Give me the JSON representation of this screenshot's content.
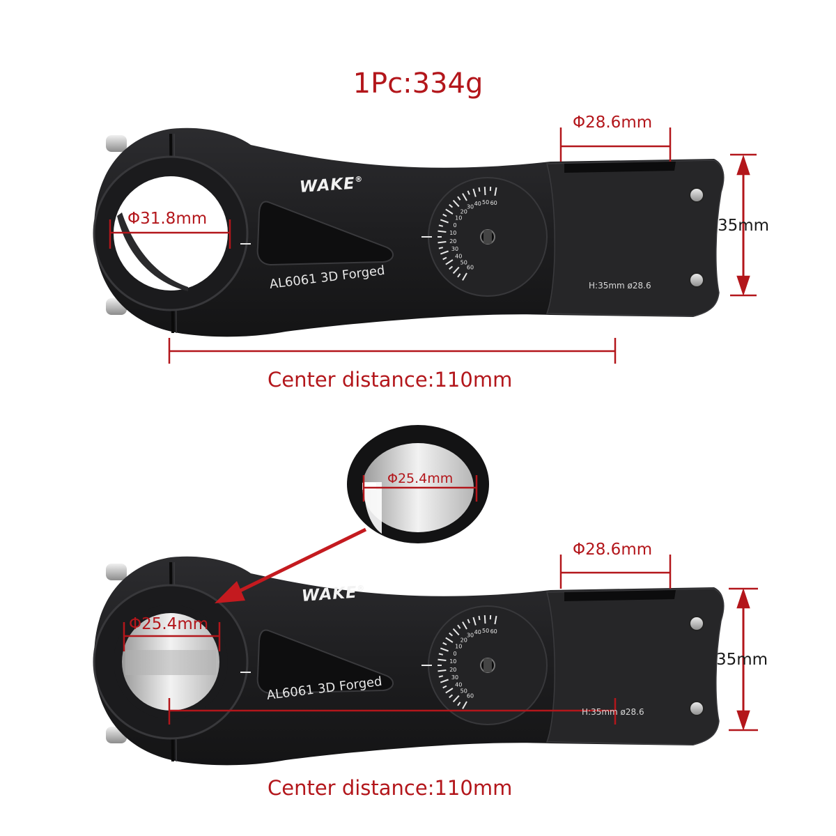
{
  "weight_label": "1Pc:334g",
  "colors": {
    "annotation": "#b3161b",
    "stem_body": "#1e1e20",
    "shim": "#161616",
    "background": "#ffffff"
  },
  "stems": [
    {
      "brand": "WAKE",
      "brand_mark": "®",
      "material": "AL6061 3D Forged",
      "spec": "H:35mm  ø28.6",
      "handlebar_clamp": "Φ31.8mm",
      "steerer_clamp": "Φ28.6mm",
      "stack_height": "35mm",
      "center_distance": "Center distance:110mm",
      "angle_scale": [
        "60",
        "50",
        "40",
        "30",
        "20",
        "10",
        "0",
        "10",
        "20",
        "30",
        "40",
        "50",
        "60"
      ]
    },
    {
      "brand": "WAKE",
      "brand_mark": "®",
      "material": "AL6061 3D Forged",
      "spec": "H:35mm  ø28.6",
      "handlebar_clamp": "Φ25.4mm",
      "steerer_clamp": "Φ28.6mm",
      "stack_height": "35mm",
      "center_distance": "Center distance:110mm",
      "angle_scale": [
        "60",
        "50",
        "40",
        "30",
        "20",
        "10",
        "0",
        "10",
        "20",
        "30",
        "40",
        "50",
        "60"
      ]
    }
  ],
  "shim": {
    "diameter": "Φ25.4mm"
  }
}
